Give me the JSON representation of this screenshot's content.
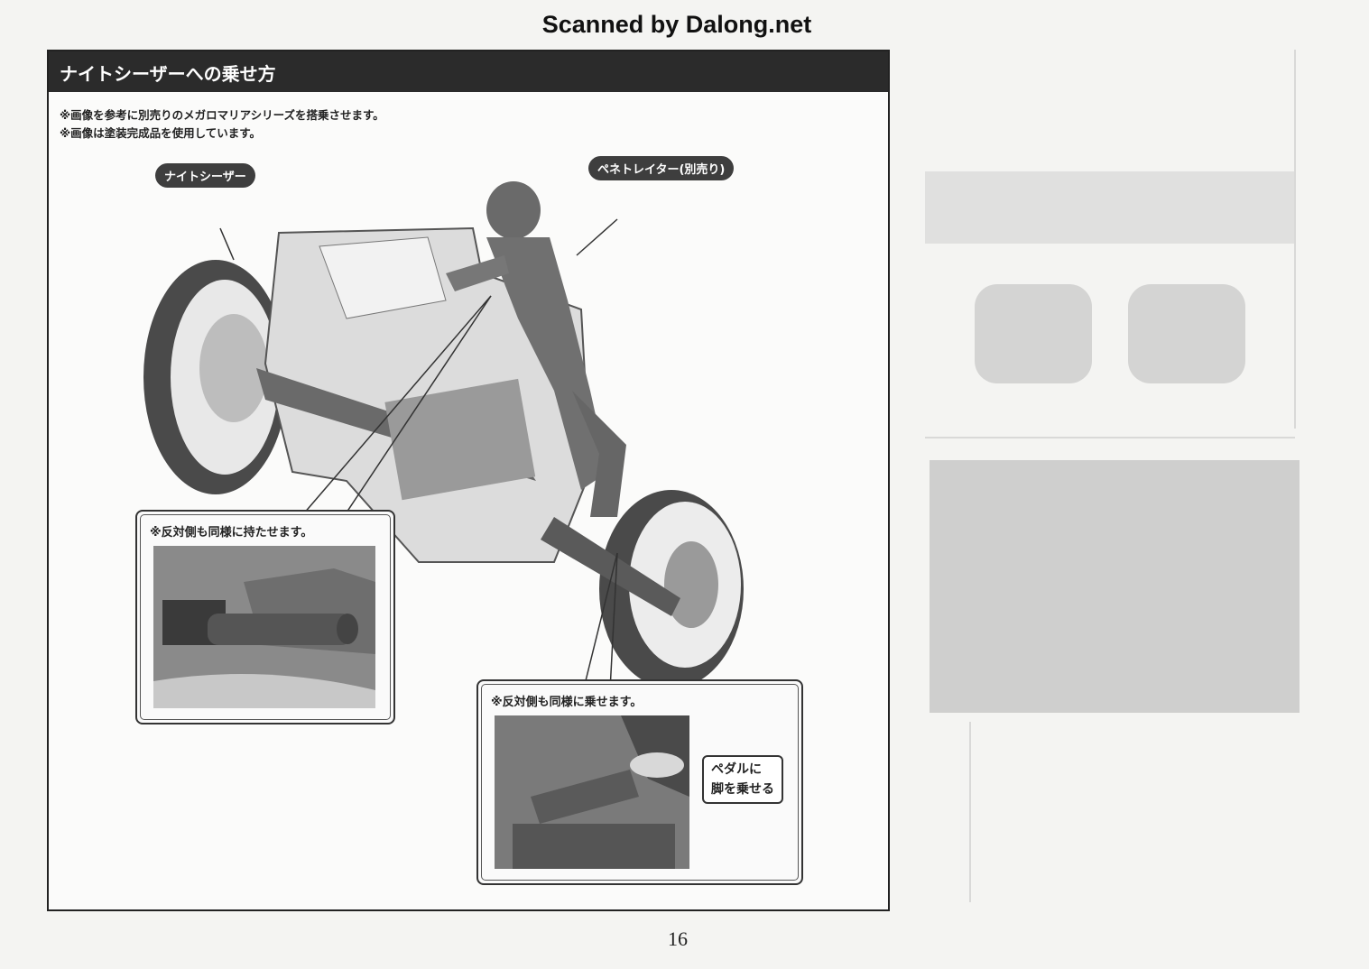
{
  "scan_watermark": "Scanned by Dalong.net",
  "page_number": "16",
  "section": {
    "title": "ナイトシーザーへの乗せ方",
    "notes": [
      "※画像を参考に別売りのメガロマリアシリーズを搭乗させます。",
      "※画像は塗装完成品を使用しています。"
    ]
  },
  "labels": {
    "vehicle": "ナイトシーザー",
    "rider": "ペネトレイター(別売り)"
  },
  "callouts": [
    {
      "caption": "※反対側も同様に持たせます。"
    },
    {
      "caption": "※反対側も同様に乗せます。",
      "pedal_line1": "ペダルに",
      "pedal_line2": "脚を乗せる"
    }
  ]
}
